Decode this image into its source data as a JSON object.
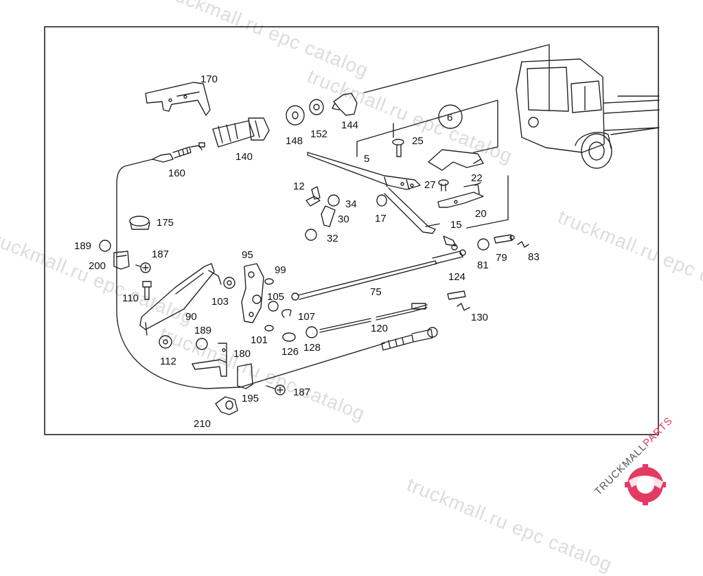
{
  "watermark": "truckmall.ru epc catalog",
  "logo": {
    "text_a": "TRUCKMALL",
    "text_b": "PARTS",
    "accent": "#e33a63"
  },
  "colors": {
    "line": "#222222",
    "frame": "#111111",
    "watermark": "#dcdcdc"
  },
  "callouts": {
    "p170": "170",
    "p140": "140",
    "p148": "148",
    "p152": "152",
    "p144": "144",
    "p160": "160",
    "p6": "6",
    "p5": "5",
    "p25": "25",
    "p12": "12",
    "p34": "34",
    "p30": "30",
    "p32": "32",
    "p17": "17",
    "p27": "27",
    "p22": "22",
    "p20": "20",
    "p15": "15",
    "p175": "175",
    "p189a": "189",
    "p200": "200",
    "p187a": "187",
    "p110": "110",
    "p95": "95",
    "p99": "99",
    "p103": "103",
    "p105": "105",
    "p90": "90",
    "p107": "107",
    "p101": "101",
    "p112": "112",
    "p189b": "189",
    "p180": "180",
    "p126": "126",
    "p128": "128",
    "p120": "120",
    "p75": "75",
    "p124": "124",
    "p130": "130",
    "p81": "81",
    "p79": "79",
    "p83": "83",
    "p195": "195",
    "p187b": "187",
    "p210": "210"
  }
}
